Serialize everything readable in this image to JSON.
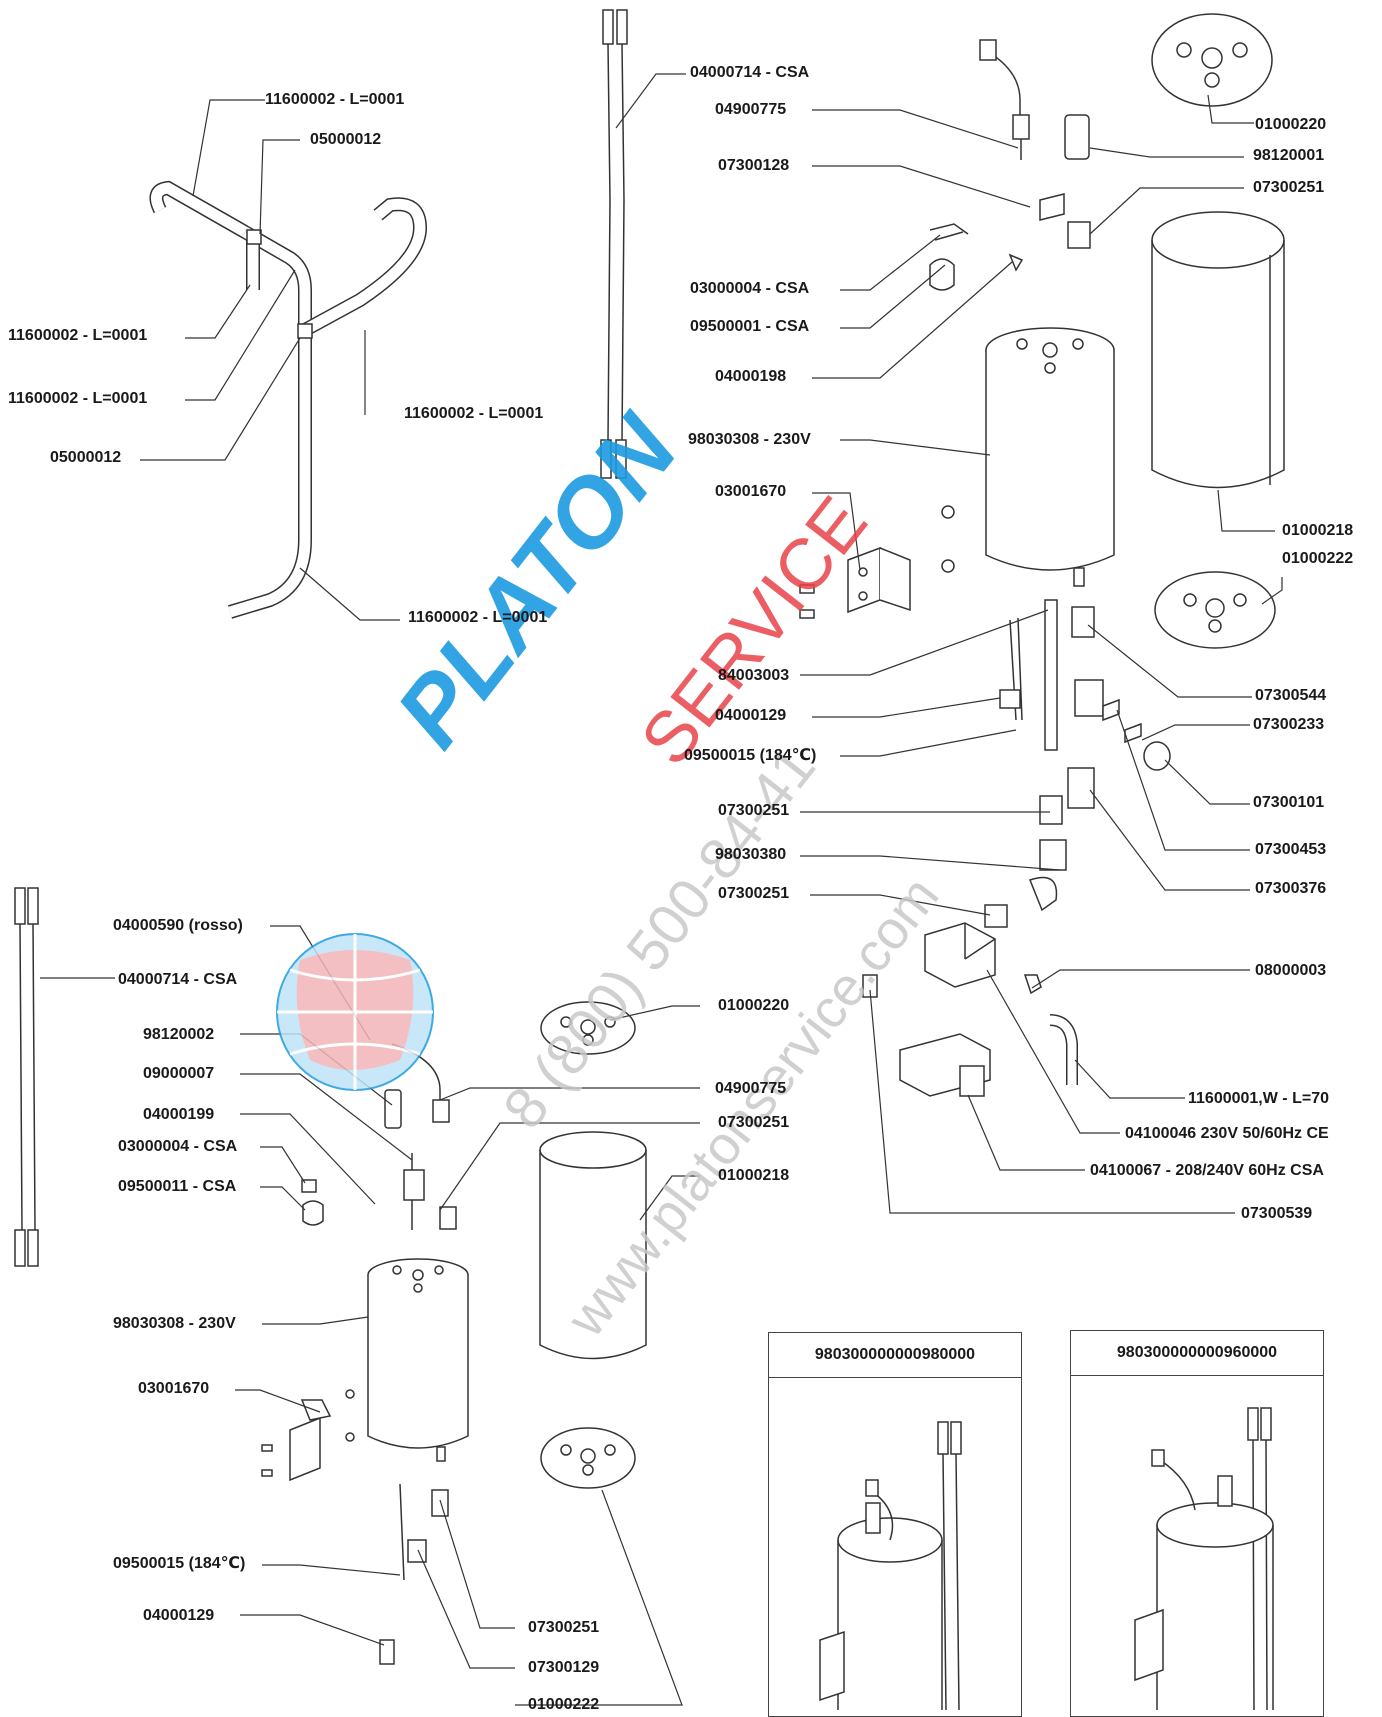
{
  "labels": {
    "l01": "11600002 - L=0001",
    "l02": "05000012",
    "l03": "11600002 - L=0001",
    "l04": "11600002 - L=0001",
    "l05": "05000012",
    "l06": "11600002 - L=0001",
    "l07": "11600002 - L=0001",
    "l08": "04000714 - CSA",
    "l09": "04900775",
    "l10": "07300128",
    "l11": "03000004 - CSA",
    "l12": "09500001 - CSA",
    "l13": "04000198",
    "l14": "98030308 - 230V",
    "l15": "03001670",
    "l16": "84003003",
    "l17": "04000129",
    "l18": "09500015 (184℃)",
    "l19": "07300251",
    "l20": "98030380",
    "l21": "07300251",
    "l22": "01000220",
    "l23": "98120001",
    "l24": "07300251",
    "l25": "01000218",
    "l26": "01000222",
    "l27": "07300544",
    "l28": "07300233",
    "l29": "07300101",
    "l30": "07300453",
    "l31": "07300376",
    "l32": "08000003",
    "l33": "11600001,W - L=70",
    "l34": "04100046 230V 50/60Hz CE",
    "l35": "04100067 - 208/240V 60Hz CSA",
    "l36": "07300539",
    "l37": "04000590 (rosso)",
    "l38": "04000714 - CSA",
    "l39": "98120002",
    "l40": "09000007",
    "l41": "04000199",
    "l42": "03000004 - CSA",
    "l43": "09500011 - CSA",
    "l44": "98030308 - 230V",
    "l45": "03001670",
    "l46": "09500015 (184℃)",
    "l47": "04000129",
    "l48": "01000220",
    "l49": "04900775",
    "l50": "07300251",
    "l51": "01000218",
    "l52": "07300251",
    "l53": "07300129",
    "l54": "01000222"
  },
  "boxes": {
    "box1_title": "980300000000980000",
    "box2_title": "980300000000960000"
  },
  "watermark": {
    "brand_a": "PLATON",
    "brand_b": "SERVICE",
    "phone": "8 (800) 500-84-41",
    "site": "www.platonservice.com"
  },
  "colors": {
    "ink": "#1a1a1a",
    "watermark_blue": "#1d9be0",
    "watermark_red": "#e8424a",
    "watermark_gray": "#c8c8c8"
  }
}
